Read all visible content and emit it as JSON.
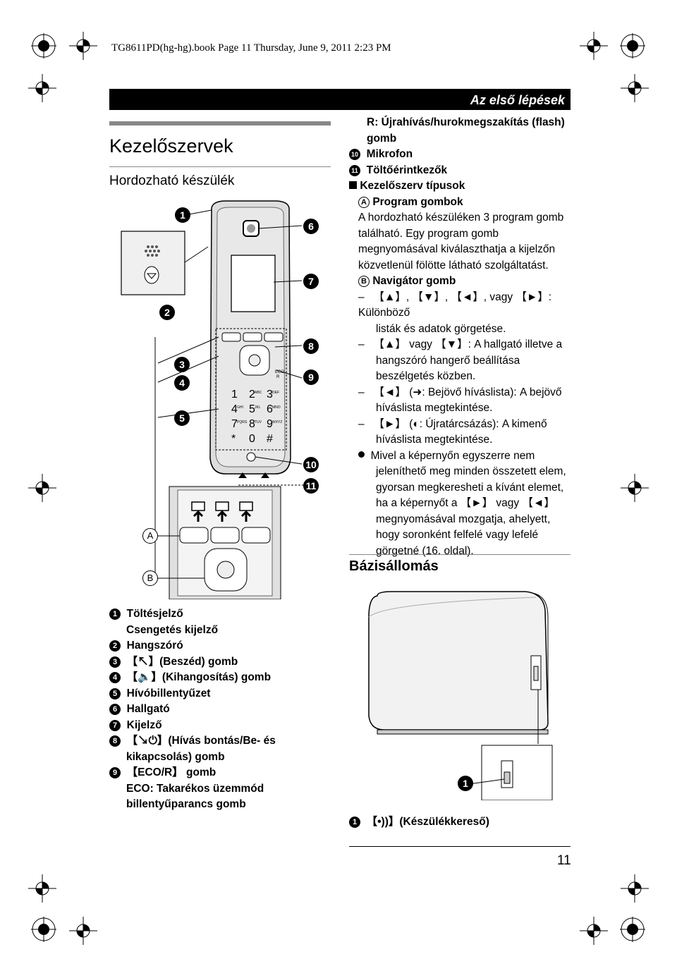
{
  "header": {
    "book_line": "TG8611PD(hg-hg).book  Page 11  Thursday, June 9, 2011  2:23 PM",
    "section": "Az első lépések"
  },
  "left": {
    "title": "Kezelőszervek",
    "subtitle": "Hordozható készülék",
    "callouts": [
      "1",
      "2",
      "3",
      "4",
      "5",
      "6",
      "7",
      "8",
      "9",
      "10",
      "11"
    ],
    "callout_letters": [
      "A",
      "B"
    ],
    "items": [
      {
        "n": "1",
        "lines": [
          "Töltésjelző",
          "Csengetés kijelző"
        ]
      },
      {
        "n": "2",
        "lines": [
          "Hangszóró"
        ]
      },
      {
        "n": "3",
        "lines": [
          "【↖】(Beszéd) gomb"
        ]
      },
      {
        "n": "4",
        "lines": [
          "【🔈】(Kihangosítás) gomb"
        ]
      },
      {
        "n": "5",
        "lines": [
          "Hívóbillentyűzet"
        ]
      },
      {
        "n": "6",
        "lines": [
          "Hallgató"
        ]
      },
      {
        "n": "7",
        "lines": [
          "Kijelző"
        ]
      },
      {
        "n": "8",
        "lines": [
          "【↘⏻】(Hívás bontás/Be- és",
          "kikapcsolás) gomb"
        ]
      },
      {
        "n": "9",
        "lines": [
          "【ECO/R】 gomb",
          "ECO: Takarékos üzemmód",
          "billentyűparancs gomb"
        ]
      }
    ],
    "keypad": {
      "keys": [
        "1",
        "2",
        "3",
        "4",
        "5",
        "6",
        "7",
        "8",
        "9",
        "*",
        "0",
        "#"
      ],
      "sub": [
        "",
        "ABC",
        "DEF",
        "GHI",
        "JKL",
        "MNO",
        "PQRS",
        "TUV",
        "WXYZ",
        "",
        "",
        ""
      ],
      "eco": "ECO",
      "r": "R"
    }
  },
  "right": {
    "lines": [
      "R: Újrahívás/hurokmegszakítás (flash)",
      "gomb",
      "Mikrofon",
      "Töltőérintkezők",
      "Kezelőszerv típusok",
      "Program gombok",
      "A hordozható készüléken 3 program gomb",
      "található. Egy program gomb",
      "megnyomásával kiválaszthatja a kijelzőn",
      "közvetlenül fölötte látható szolgáltatást.",
      "Navigátor gomb",
      "【▲】, 【▼】, 【◄】, vagy 【►】: Különböző",
      "listák és adatok görgetése.",
      "【▲】 vagy 【▼】: A hallgató illetve a",
      "hangszóró hangerő beállítása",
      "beszélgetés közben.",
      "【◄】 (➜: Bejövő híváslista): A bejövő",
      "híváslista megtekintése.",
      "【►】 (◐: Újratárcsázás): A kimenő",
      "híváslista megtekintése.",
      "Mivel a képernyőn egyszerre nem",
      "jeleníthető meg minden összetett elem,",
      "gyorsan megkeresheti a kívánt elemet,",
      "ha a képernyőt a 【►】 vagy 【◄】",
      "megnyomásával mozgatja, ahelyett,",
      "hogy soronként felfelé vagy lefelé",
      "görgetné (16. oldal)."
    ],
    "base_title": "Bázisállomás",
    "base_item": "【•))】(Készülékkereső)"
  },
  "footer": {
    "page_number": "11"
  }
}
